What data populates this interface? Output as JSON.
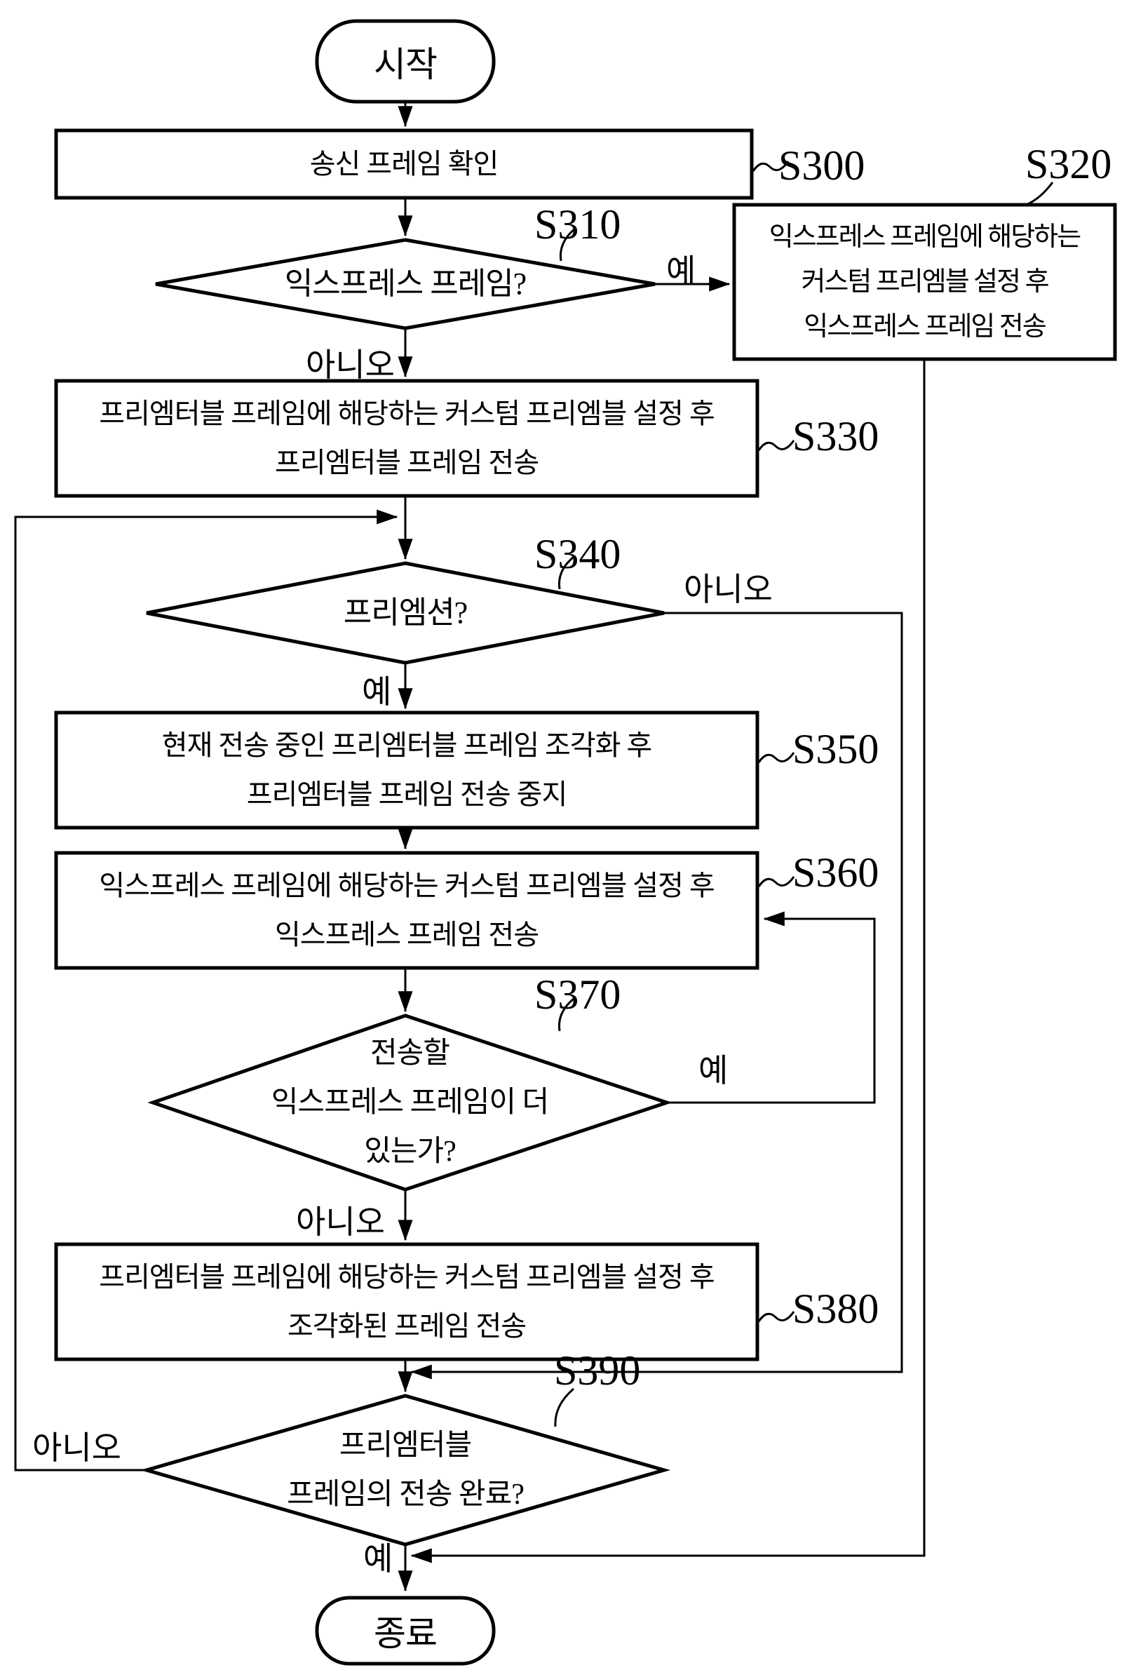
{
  "figure": {
    "type": "flowchart",
    "language": "ko",
    "colors": {
      "ink": "#000000",
      "background": "#ffffff"
    },
    "terminals": {
      "start": "시작",
      "end": "종료"
    },
    "branch_labels": {
      "yes": "예",
      "no": "아니오"
    },
    "steps": {
      "s300": {
        "id": "S300",
        "shape": "process",
        "lines": [
          "송신 프레임 확인"
        ]
      },
      "s310": {
        "id": "S310",
        "shape": "decision",
        "lines": [
          "익스프레스 프레임?"
        ]
      },
      "s320": {
        "id": "S320",
        "shape": "process",
        "lines": [
          "익스프레스 프레임에 해당하는",
          "커스텀 프리엠블 설정 후",
          "익스프레스 프레임 전송"
        ]
      },
      "s330": {
        "id": "S330",
        "shape": "process",
        "lines": [
          "프리엠터블 프레임에 해당하는 커스텀 프리엠블 설정 후",
          "프리엠터블 프레임 전송"
        ]
      },
      "s340": {
        "id": "S340",
        "shape": "decision",
        "lines": [
          "프리엠션?"
        ]
      },
      "s350": {
        "id": "S350",
        "shape": "process",
        "lines": [
          "현재 전송 중인 프리엠터블 프레임 조각화 후",
          "프리엠터블 프레임 전송 중지"
        ]
      },
      "s360": {
        "id": "S360",
        "shape": "process",
        "lines": [
          "익스프레스 프레임에 해당하는 커스텀 프리엠블 설정 후",
          "익스프레스 프레임 전송"
        ]
      },
      "s370": {
        "id": "S370",
        "shape": "decision",
        "lines": [
          "전송할",
          "익스프레스 프레임이 더",
          "있는가?"
        ]
      },
      "s380": {
        "id": "S380",
        "shape": "process",
        "lines": [
          "프리엠터블 프레임에 해당하는 커스텀 프리엠블 설정 후",
          "조각화된 프레임 전송"
        ]
      },
      "s390": {
        "id": "S390",
        "shape": "decision",
        "lines": [
          "프리엠터블",
          "프레임의 전송 완료?"
        ]
      }
    }
  }
}
